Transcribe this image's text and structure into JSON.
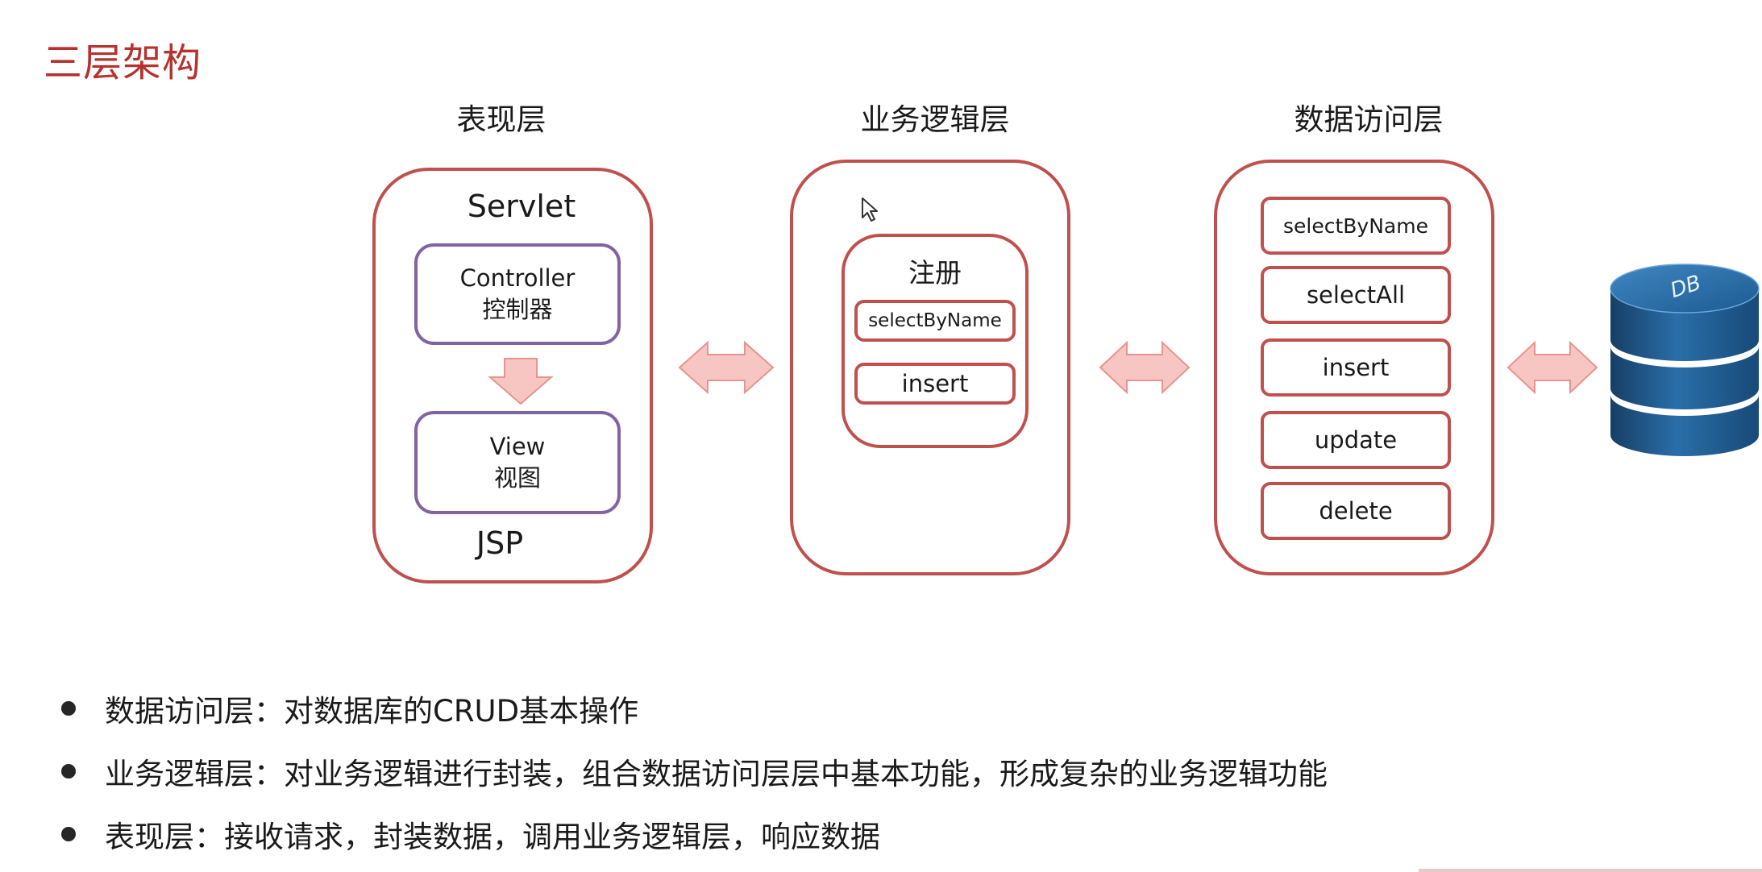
{
  "slide": {
    "title": "三层架构"
  },
  "layers": {
    "presentation": {
      "label": "表现层",
      "top_label": "Servlet",
      "controller_line1": "Controller",
      "controller_line2": "控制器",
      "view_line1": "View",
      "view_line2": "视图",
      "bottom_label": "JSP"
    },
    "business": {
      "label": "业务逻辑层",
      "group_label": "注册",
      "methods": [
        "selectByName",
        "insert"
      ]
    },
    "data_access": {
      "label": "数据访问层",
      "methods": [
        "selectByName",
        "selectAll",
        "insert",
        "update",
        "delete"
      ]
    }
  },
  "database": {
    "label": "DB"
  },
  "bullets": [
    "数据访问层：对数据库的CRUD基本操作",
    "业务逻辑层：对业务逻辑进行封装，组合数据访问层层中基本功能，形成复杂的业务逻辑功能",
    "表现层：接收请求，封装数据，调用业务逻辑层，响应数据"
  ],
  "colors": {
    "title": "#b5322f",
    "layer_border": "#c0504d",
    "inner_border_purple": "#8064a2",
    "arrow_fill": "#f7c6c2",
    "arrow_stroke": "#e8938d",
    "db_blue": "#1f5f93"
  }
}
